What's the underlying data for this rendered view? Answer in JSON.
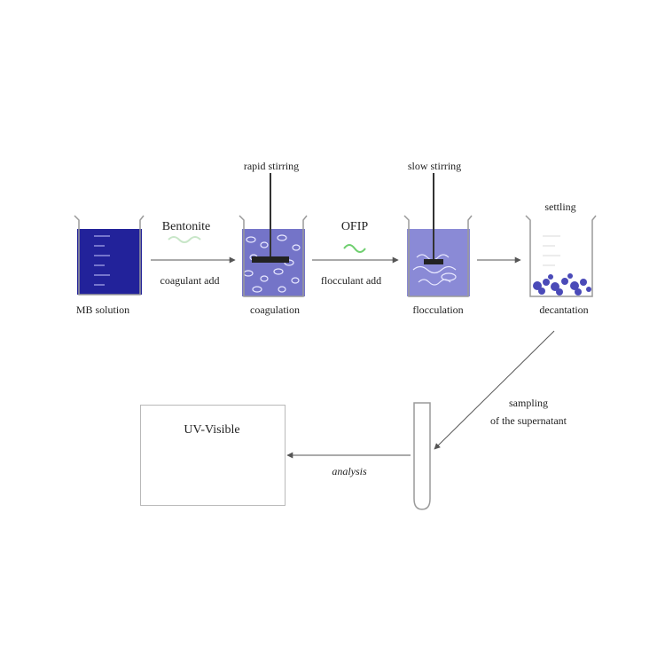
{
  "labels": {
    "mb_solution": "MB solution",
    "bentonite": "Bentonite",
    "coagulant_add": "coagulant add",
    "rapid_stirring": "rapid stirring",
    "coagulation": "coagulation",
    "ofip": "OFIP",
    "flocculant_add": "flocculant add",
    "slow_stirring": "slow stirring",
    "flocculation": "flocculation",
    "settling": "settling",
    "decantation": "decantation",
    "sampling_line1": "sampling",
    "sampling_line2": "of the supernatant",
    "analysis": "analysis",
    "uv_vis": "UV-Visible"
  },
  "colors": {
    "mb_blue": "#22229a",
    "coag_blue": "#7474c8",
    "floc_blue": "#8a8ad6",
    "sediment_blue": "#4a4ab8",
    "laptop_blue": "#2f9be0",
    "bentonite_green": "#c8e6c8",
    "ofip_green": "#6fcf6f",
    "arrow_gray": "#555555"
  },
  "icons": {
    "beaker": "beaker-icon",
    "stirrer": "stirrer-icon",
    "test_tube": "test-tube-icon",
    "laptop": "laptop-icon"
  }
}
